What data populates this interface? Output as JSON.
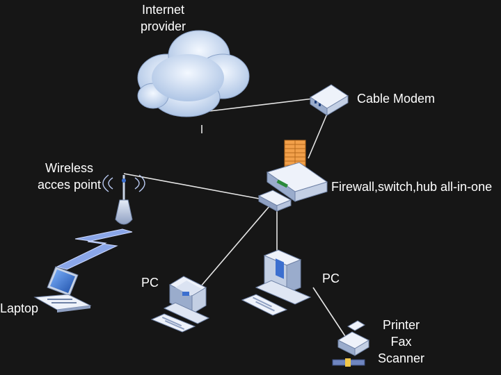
{
  "labels": {
    "internet_line1": "Internet",
    "internet_line2": "provider",
    "cable_modem": "Cable Modem",
    "wireless_line1": "Wireless",
    "wireless_line2": "acces point",
    "firewall": "Firewall,switch,hub all-in-one",
    "laptop": "Laptop",
    "pc_left": "PC",
    "pc_right": "PC",
    "printer_line1": "Printer",
    "printer_line2": "Fax",
    "printer_line3": "Scanner"
  },
  "colors": {
    "background": "#161616",
    "link": "#e6e6e6",
    "device_body": "#c9d4e6",
    "device_shade": "#7e8fb0",
    "cloud": "#d9e6f7",
    "firewall_wall": "#f2a04a",
    "wireless_link": "#b8c8f0",
    "screen": "#3c6fcf"
  }
}
